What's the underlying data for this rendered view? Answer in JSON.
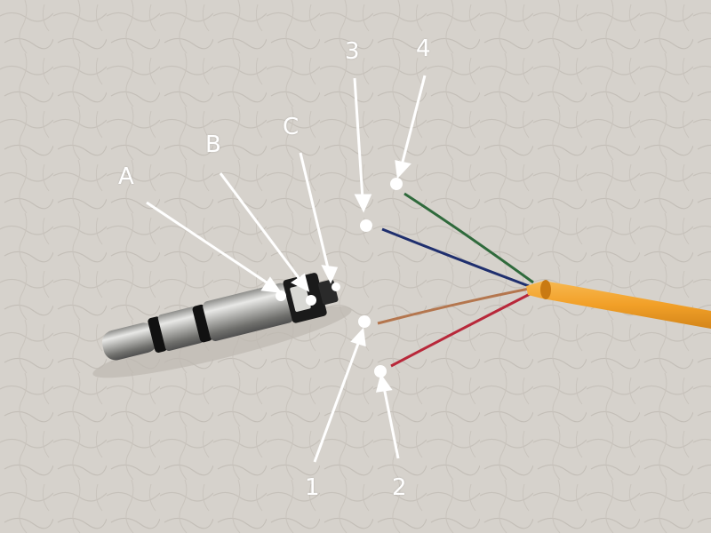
{
  "labels": {
    "A": "A",
    "B": "B",
    "C": "C",
    "n1": "1",
    "n2": "2",
    "n3": "3",
    "n4": "4"
  },
  "colors": {
    "background": "#d6d2cc",
    "annotation": "#ffffff",
    "cable_jacket": "#f2a028",
    "wire_green": "#2f6a3c",
    "wire_blue": "#1f2f6e",
    "wire_copper": "#b4764e",
    "wire_red": "#b8283a",
    "plug_metal": "#a9a9a6",
    "insulator_ring": "#111111"
  }
}
